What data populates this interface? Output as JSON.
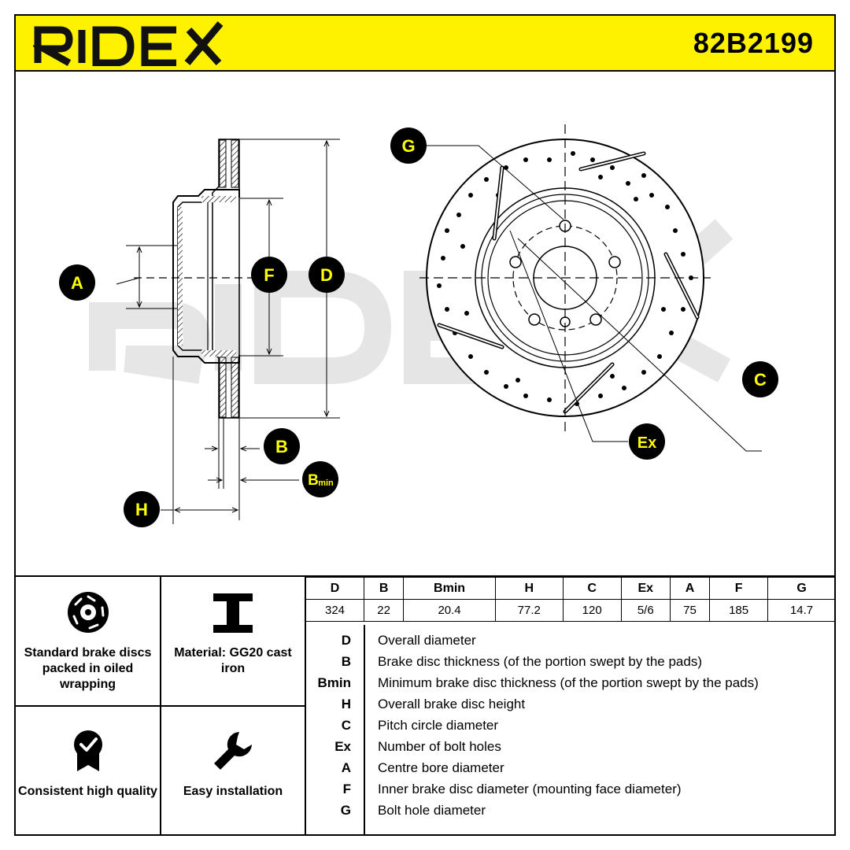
{
  "header": {
    "brand": "RIDEX",
    "part_number": "82B2199",
    "background_color": "#fff200"
  },
  "drawing": {
    "callouts": {
      "A": "A",
      "F": "F",
      "D": "D",
      "B": "B",
      "Bmin_main": "B",
      "Bmin_sub": "min",
      "H": "H",
      "G": "G",
      "C": "C",
      "Ex": "Ex"
    },
    "watermark": "RIDEX",
    "label_color": "#ffff00"
  },
  "features": [
    {
      "icon": "brake-disc-icon",
      "label": "Standard brake discs packed in oiled wrapping"
    },
    {
      "icon": "i-beam-material-icon",
      "label": "Material: GG20 cast iron"
    },
    {
      "icon": "quality-badge-icon",
      "label": "Consistent high quality"
    },
    {
      "icon": "wrench-icon",
      "label": "Easy installation"
    }
  ],
  "spec_table": {
    "headers": [
      "D",
      "B",
      "Bmin",
      "H",
      "C",
      "Ex",
      "A",
      "F",
      "G"
    ],
    "values": [
      "324",
      "22",
      "20.4",
      "77.2",
      "120",
      "5/6",
      "75",
      "185",
      "14.7"
    ]
  },
  "legend": [
    {
      "code": "D",
      "text": "Overall diameter"
    },
    {
      "code": "B",
      "text": "Brake disc thickness (of the portion swept by the pads)"
    },
    {
      "code": "Bmin",
      "text": "Minimum brake disc thickness (of the portion swept by the pads)"
    },
    {
      "code": "H",
      "text": "Overall brake disc height"
    },
    {
      "code": "C",
      "text": "Pitch circle diameter"
    },
    {
      "code": "Ex",
      "text": "Number of bolt holes"
    },
    {
      "code": "A",
      "text": "Centre bore diameter"
    },
    {
      "code": "F",
      "text": "Inner brake disc diameter (mounting face diameter)"
    },
    {
      "code": "G",
      "text": "Bolt hole diameter"
    }
  ]
}
